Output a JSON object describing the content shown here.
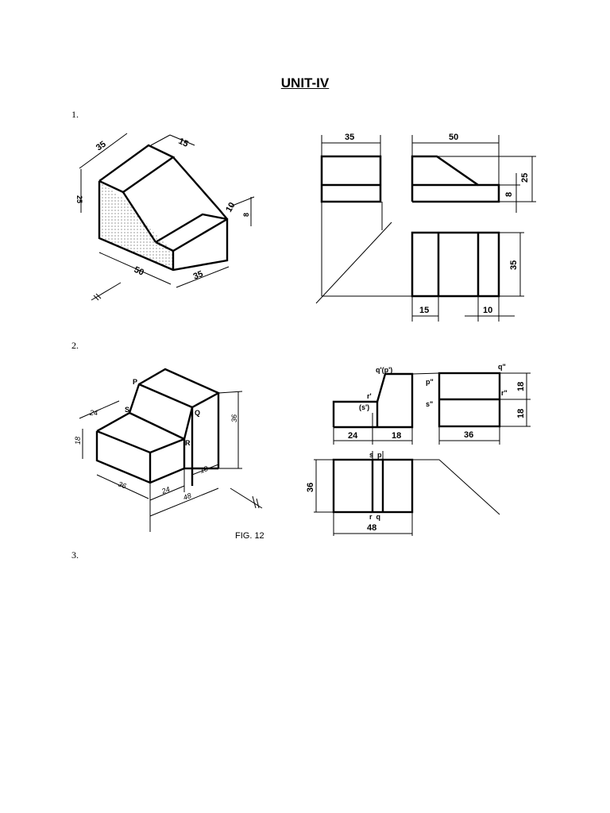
{
  "page": {
    "title": "UNIT-IV",
    "questions": [
      "1.",
      "2.",
      "3."
    ]
  },
  "fig1": {
    "iso_dims": [
      "35",
      "15",
      "25",
      "10",
      "8",
      "50",
      "35"
    ],
    "ortho_dims": {
      "top_left": "35",
      "top_right": "50",
      "right_outer": "25",
      "right_inner": "8",
      "side": "35",
      "bottom_left": "15",
      "bottom_right": "10"
    }
  },
  "fig2": {
    "iso_dims": [
      "24",
      "18",
      "36",
      "24",
      "48",
      "18",
      "36"
    ],
    "iso_labels": [
      "P",
      "S",
      "Q",
      "R"
    ],
    "iso_caption": "FIG. 12",
    "ortho_labels": {
      "qp": "q'(p')",
      "r": "r'",
      "s": "(s')",
      "p2": "p\"",
      "s2": "s\"",
      "q2": "q\"",
      "r2": "r\"",
      "sp": "s  p",
      "rq": "r  q"
    },
    "ortho_dims": {
      "d24": "24",
      "d18": "18",
      "d36": "36",
      "r18a": "18",
      "r18b": "18",
      "h36": "36",
      "w48": "48"
    }
  }
}
